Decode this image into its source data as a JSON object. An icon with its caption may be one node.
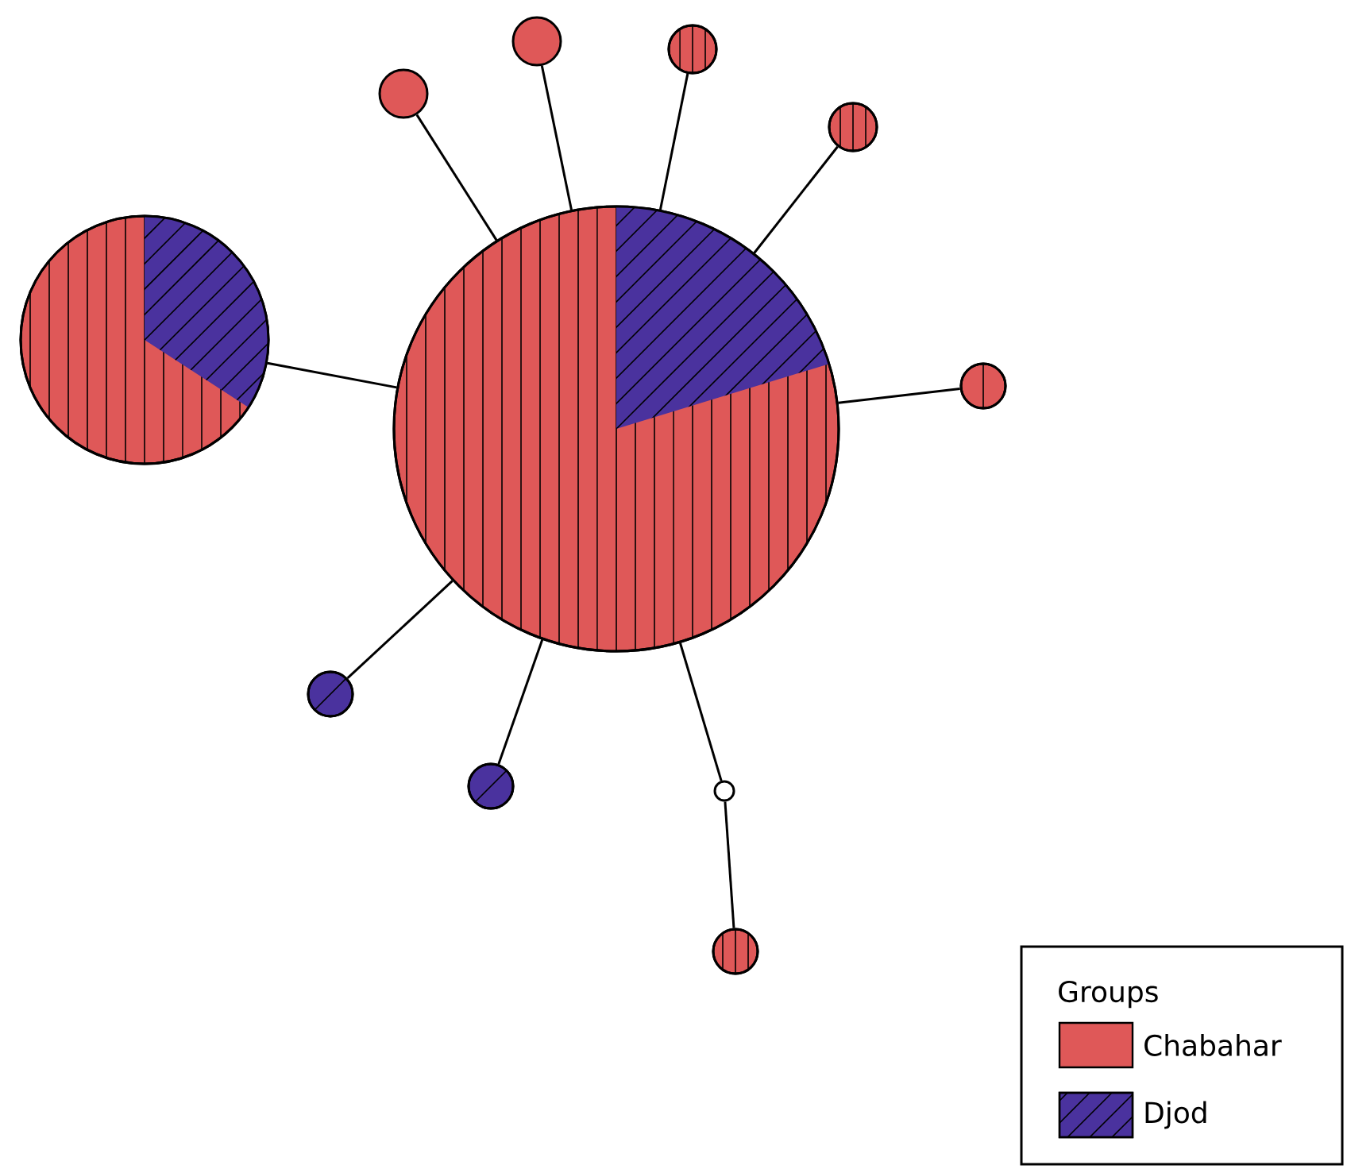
{
  "diagram": {
    "nodes": [
      {
        "text": [],
        "shape": "circle"
      },
      {
        "text": [],
        "shape": "circle"
      },
      {
        "text": [],
        "shape": "circle"
      },
      {
        "text": [],
        "shape": "circle"
      },
      {
        "text": [],
        "shape": "circle"
      },
      {
        "text": [],
        "shape": "circle"
      },
      {
        "text": [],
        "shape": "circle"
      },
      {
        "text": [],
        "shape": "circle"
      },
      {
        "text": [],
        "shape": "circle"
      },
      {
        "text": [],
        "shape": "circle"
      },
      {
        "text": [],
        "shape": "circle"
      }
    ],
    "edges": [
      {
        "from": 0,
        "to": 1,
        "arrow": "none"
      },
      {
        "from": 0,
        "to": 2,
        "arrow": "none"
      },
      {
        "from": 0,
        "to": 3,
        "arrow": "none"
      },
      {
        "from": 0,
        "to": 4,
        "arrow": "none"
      },
      {
        "from": 0,
        "to": 5,
        "arrow": "none"
      },
      {
        "from": 0,
        "to": 6,
        "arrow": "none"
      },
      {
        "from": 0,
        "to": 7,
        "arrow": "none"
      },
      {
        "from": 0,
        "to": 8,
        "arrow": "none"
      },
      {
        "from": 0,
        "to": 9,
        "arrow": "none"
      },
      {
        "from": 9,
        "to": 10,
        "arrow": "none"
      }
    ],
    "labels": [
      "Groups"
    ],
    "legend": [
      {
        "text": "Chabahar",
        "color": "#df5858"
      },
      {
        "text": "Djod",
        "color": "#4a329e"
      }
    ]
  }
}
